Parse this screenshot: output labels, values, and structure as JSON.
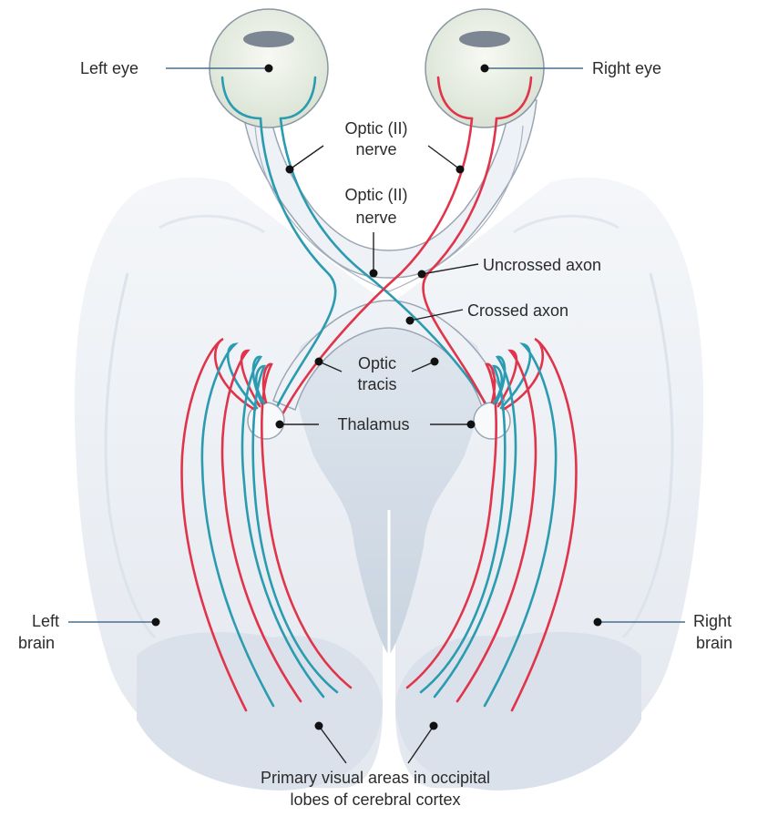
{
  "labels": {
    "left_eye": "Left eye",
    "right_eye": "Right eye",
    "optic_nerve_1a": "Optic (II)",
    "optic_nerve_1b": "nerve",
    "optic_nerve_2a": "Optic (II)",
    "optic_nerve_2b": "nerve",
    "uncrossed_axon": "Uncrossed axon",
    "crossed_axon": "Crossed axon",
    "optic_tracts_a": "Optic",
    "optic_tracts_b": "tracis",
    "thalamus": "Thalamus",
    "left_brain_a": "Left",
    "left_brain_b": "brain",
    "right_brain_a": "Right",
    "right_brain_b": "brain",
    "visual_areas_a": "Primary visual areas in occipital",
    "visual_areas_b": "lobes of cerebral cortex"
  },
  "colors": {
    "cyan_pathway": "#2a9bb0",
    "red_pathway": "#e0344b",
    "brain_fill": "#e9edf3",
    "brain_shadow": "#d5dce6",
    "eye_fill": "#eef2e6"
  }
}
